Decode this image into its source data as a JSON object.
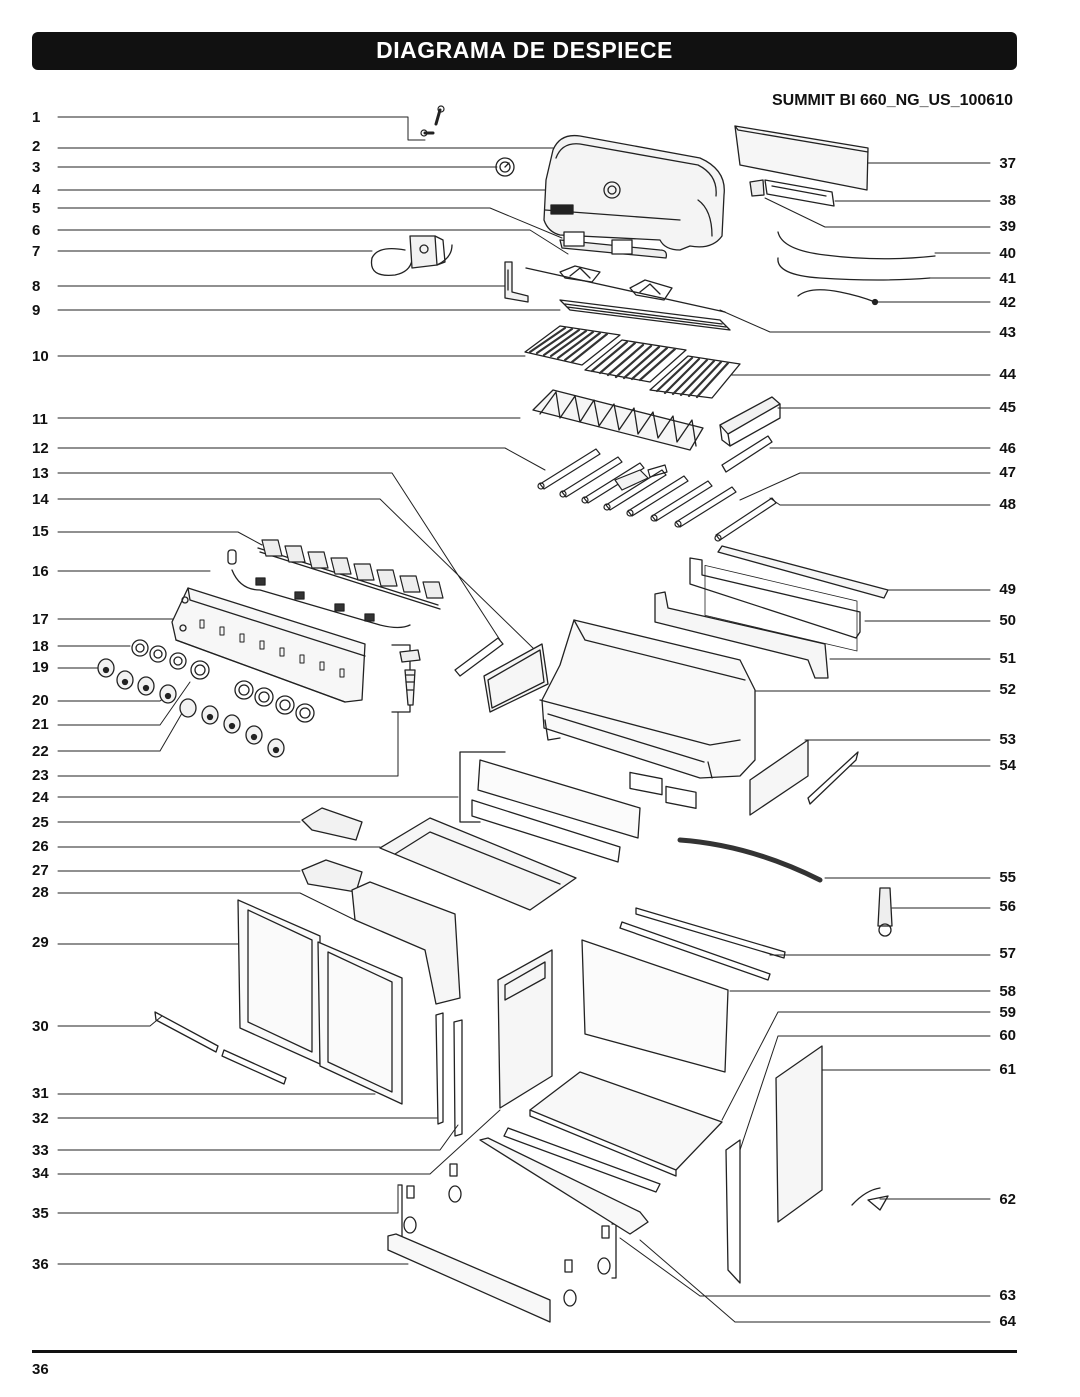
{
  "header": {
    "title": "DIAGRAMA DE DESPIECE"
  },
  "model": "SUMMIT BI 660_NG_US_100610",
  "callouts_left": [
    "1",
    "2",
    "3",
    "4",
    "5",
    "6",
    "7",
    "8",
    "9",
    "10",
    "11",
    "12",
    "13",
    "14",
    "15",
    "16",
    "17",
    "18",
    "19",
    "20",
    "21",
    "22",
    "23",
    "24",
    "25",
    "26",
    "27",
    "28",
    "29",
    "30",
    "31",
    "32",
    "33",
    "34",
    "35",
    "36"
  ],
  "callouts_right": [
    "37",
    "38",
    "39",
    "40",
    "41",
    "42",
    "43",
    "44",
    "45",
    "46",
    "47",
    "48",
    "49",
    "50",
    "51",
    "52",
    "53",
    "54",
    "55",
    "56",
    "57",
    "58",
    "59",
    "60",
    "61",
    "62",
    "63",
    "64"
  ],
  "footer": {
    "page_number": "36"
  }
}
